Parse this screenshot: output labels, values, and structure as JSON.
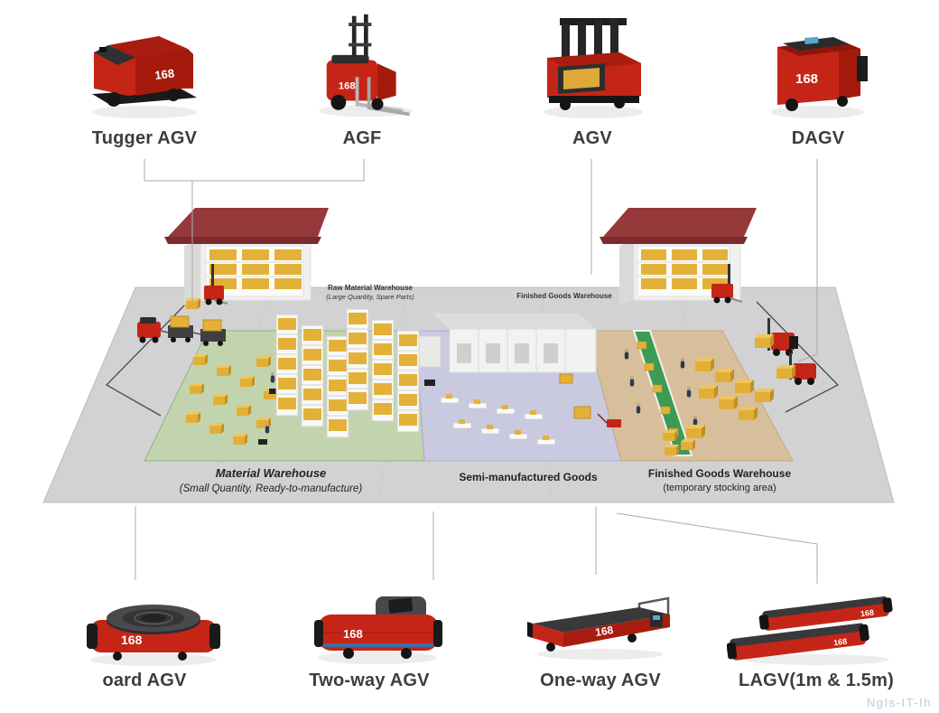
{
  "brand": "168",
  "top_row": [
    {
      "label": "Tugger AGV"
    },
    {
      "label": "AGF"
    },
    {
      "label": "AGV"
    },
    {
      "label": "DAGV"
    }
  ],
  "bottom_row": [
    {
      "label": "oard AGV"
    },
    {
      "label": "Two-way AGV"
    },
    {
      "label": "One-way AGV"
    },
    {
      "label": "LAGV(1m & 1.5m)"
    }
  ],
  "warehouse": {
    "raw_title": "Raw Material Warehouse",
    "raw_sub": "(Large Quantity, Spare Parts)",
    "fg_back": "Finished Goods Warehouse",
    "mat_title": "Material Warehouse",
    "mat_sub": "(Small Quantity, Ready-to-manufacture)",
    "semi": "Semi-manufactured Goods",
    "fin_title": "Finished Goods Warehouse",
    "fin_sub": "(temporary stocking area)"
  },
  "watermark": "NgIs-IT-Ih",
  "colors": {
    "agv_red": "#c52517",
    "roof_red": "#96393b",
    "zone_green": "#c2d4ad",
    "zone_purple": "#c9c9e0",
    "zone_tan": "#d8bf9b",
    "box_yellow": "#e4b138",
    "conveyor_green": "#3d9b55"
  }
}
